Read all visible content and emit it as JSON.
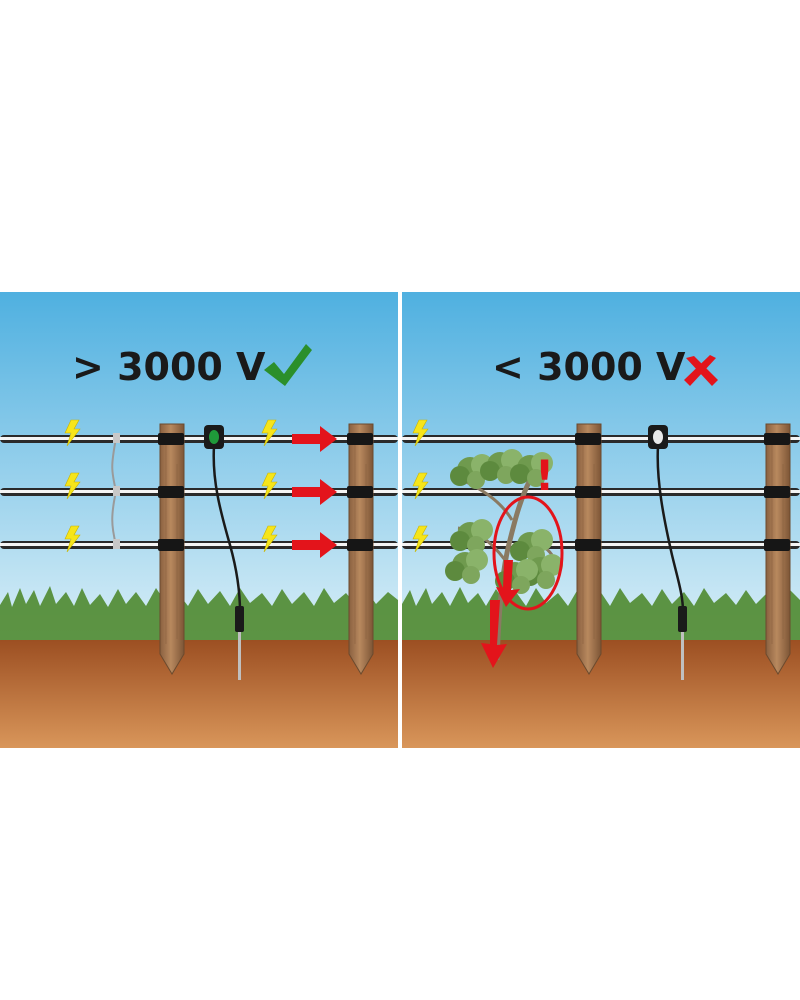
{
  "panels": [
    {
      "id": "left",
      "label": "> 3000 V",
      "status": "ok",
      "status_icon": "check-mark-icon",
      "tester_light_color": "#1f9a3a"
    },
    {
      "id": "right",
      "label": "< 3000 V",
      "status": "fail",
      "status_icon": "cross-mark-icon",
      "tester_light_color": "#e9e9e9",
      "warning_mark": "!"
    }
  ],
  "colors": {
    "sky_top": "#4fb0e0",
    "sky_bottom": "#d8eef7",
    "soil_top": "#9c4f22",
    "soil_bottom": "#d9965a",
    "grass": "#4f8a30",
    "post": "#a87a50",
    "bolt": "#f6e51a",
    "arrow": "#e3141b",
    "check": "#2b8f2b",
    "cross": "#e3141b",
    "divider": "#ffffff"
  }
}
